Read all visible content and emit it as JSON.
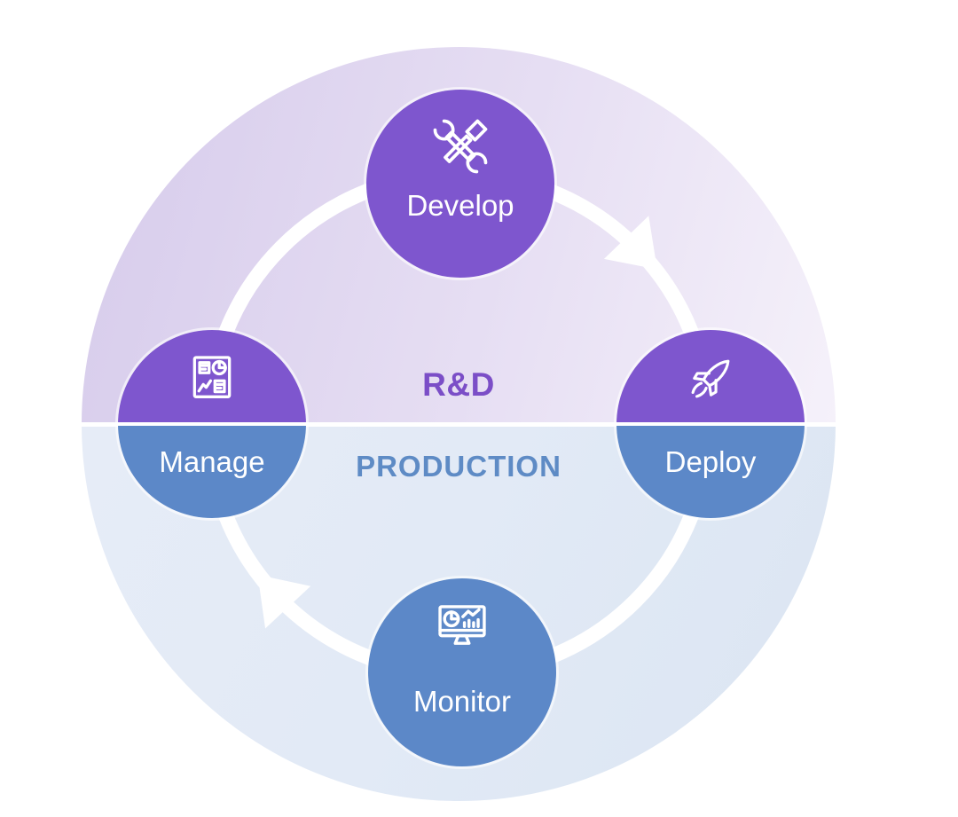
{
  "diagram": {
    "type": "cycle",
    "flow_direction": "clockwise",
    "zones": [
      {
        "label": "R&D",
        "text_color": "#7B4EC7",
        "position": "top-half"
      },
      {
        "label": "PRODUCTION",
        "text_color": "#5E8BC5",
        "position": "bottom-half"
      }
    ],
    "nodes": [
      {
        "label": "Develop",
        "icon": "tools-icon",
        "position": "top",
        "fill": "purple"
      },
      {
        "label": "Deploy",
        "icon": "rocket-icon",
        "position": "right",
        "fill": "purple-blue-split"
      },
      {
        "label": "Monitor",
        "icon": "monitor-icon",
        "position": "bottom",
        "fill": "blue"
      },
      {
        "label": "Manage",
        "icon": "dashboard-icon",
        "position": "left",
        "fill": "purple-blue-split"
      }
    ],
    "colors": {
      "node_purple": "#7E56CE",
      "node_blue": "#5C88C8",
      "top_half_gradient": [
        "#D6CBEB",
        "#F5F1FA"
      ],
      "bottom_half_gradient": [
        "#E6ECF7",
        "#DBE5F2"
      ],
      "ring_and_arrows": "#FFFFFF",
      "background": "#FFFFFF"
    }
  }
}
